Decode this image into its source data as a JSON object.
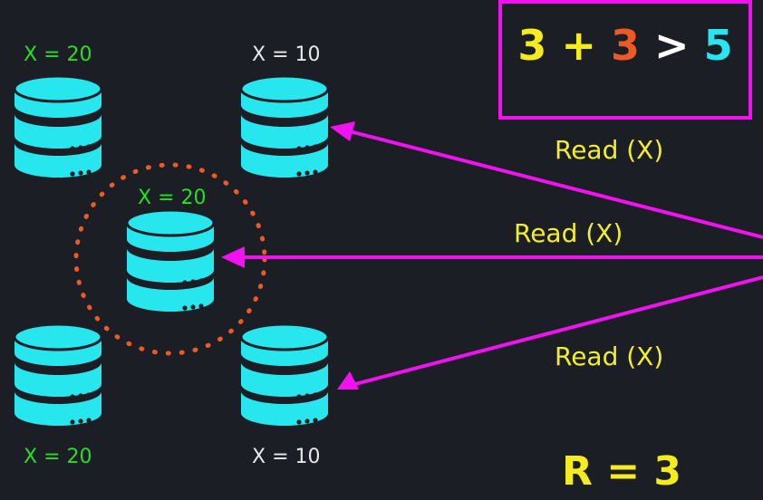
{
  "nodes": [
    {
      "id": "top-left",
      "value_label": "X = 20",
      "label_color": "#22e022"
    },
    {
      "id": "top-right",
      "value_label": "X = 10",
      "label_color": "#e8e8e8"
    },
    {
      "id": "center",
      "value_label": "X = 20",
      "label_color": "#22e022"
    },
    {
      "id": "bottom-left",
      "value_label": "X = 20",
      "label_color": "#22e022"
    },
    {
      "id": "bottom-right",
      "value_label": "X = 10",
      "label_color": "#e8e8e8"
    }
  ],
  "equation": {
    "a": "3",
    "op1": "+",
    "b": "3",
    "op2": ">",
    "c": "5",
    "border_color": "#f012f0"
  },
  "arrows": [
    {
      "label": "Read (X)",
      "target": "top-right"
    },
    {
      "label": "Read (X)",
      "target": "center"
    },
    {
      "label": "Read (X)",
      "target": "bottom-right"
    }
  ],
  "read_quorum": "R = 3",
  "colors": {
    "database": "#27e6ee",
    "arrow": "#f012f0",
    "highlight_ring": "#ee5a24",
    "background": "#1c1e26"
  }
}
